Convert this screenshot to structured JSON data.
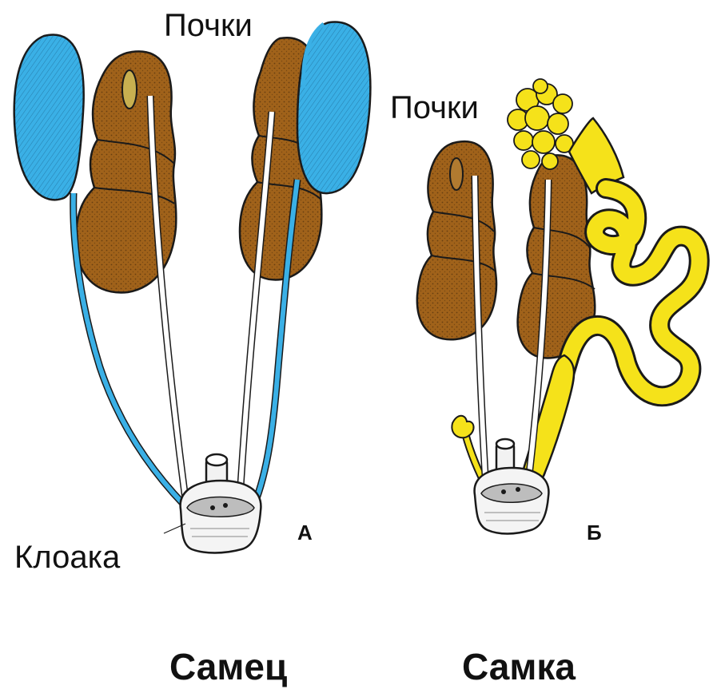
{
  "labels": {
    "kidneys_male": "Почки",
    "kidneys_female": "Почки",
    "cloaca": "Клоака",
    "panel_a": "А",
    "panel_b": "Б",
    "male": "Самец",
    "female": "Самка"
  },
  "colors": {
    "kidney": "#a0621a",
    "testis": "#3ab0e6",
    "ovary_oviduct": "#f5e21a",
    "outline": "#1a1a1a"
  }
}
